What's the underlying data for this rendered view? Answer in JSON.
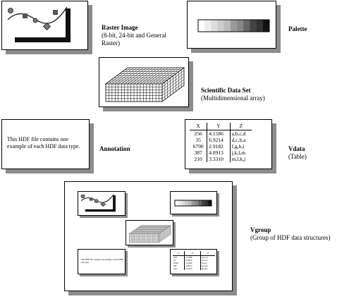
{
  "raster": {
    "title": "Raster Image",
    "subtitle": "(8-bit, 24-bit and General Raster)"
  },
  "palette": {
    "title": "Palette",
    "swatches": [
      "#ffffff",
      "#eeeeee",
      "#dddddd",
      "#cccccc",
      "#bbbbbb",
      "#999999",
      "#888888",
      "#666666",
      "#444444",
      "#333333",
      "#111111"
    ]
  },
  "sds": {
    "title": "Scientific Data Set",
    "subtitle": "(Multidimensional array)"
  },
  "annotation": {
    "title": "Annotation",
    "text": "This HDF file contains one example of each HDF data type."
  },
  "vdata": {
    "title": "Vdata",
    "subtitle": "(Table)",
    "headers": [
      "X",
      "Y",
      "Z"
    ],
    "rows": [
      [
        "256",
        "4.1586",
        "a,b,c,d"
      ],
      [
        "35",
        "6.9214",
        "d,c,b,a"
      ],
      [
        "6790",
        "2.9182",
        "f,g,h,i"
      ],
      [
        "387",
        "4.0913",
        "j,k,l,m"
      ],
      [
        "210",
        "3.3310",
        "m,l,k,j"
      ]
    ]
  },
  "vgroup": {
    "title": "Vgroup",
    "subtitle": "(Group of HDF data structures)"
  },
  "colors": {
    "shadow": "#8c8c8c"
  }
}
